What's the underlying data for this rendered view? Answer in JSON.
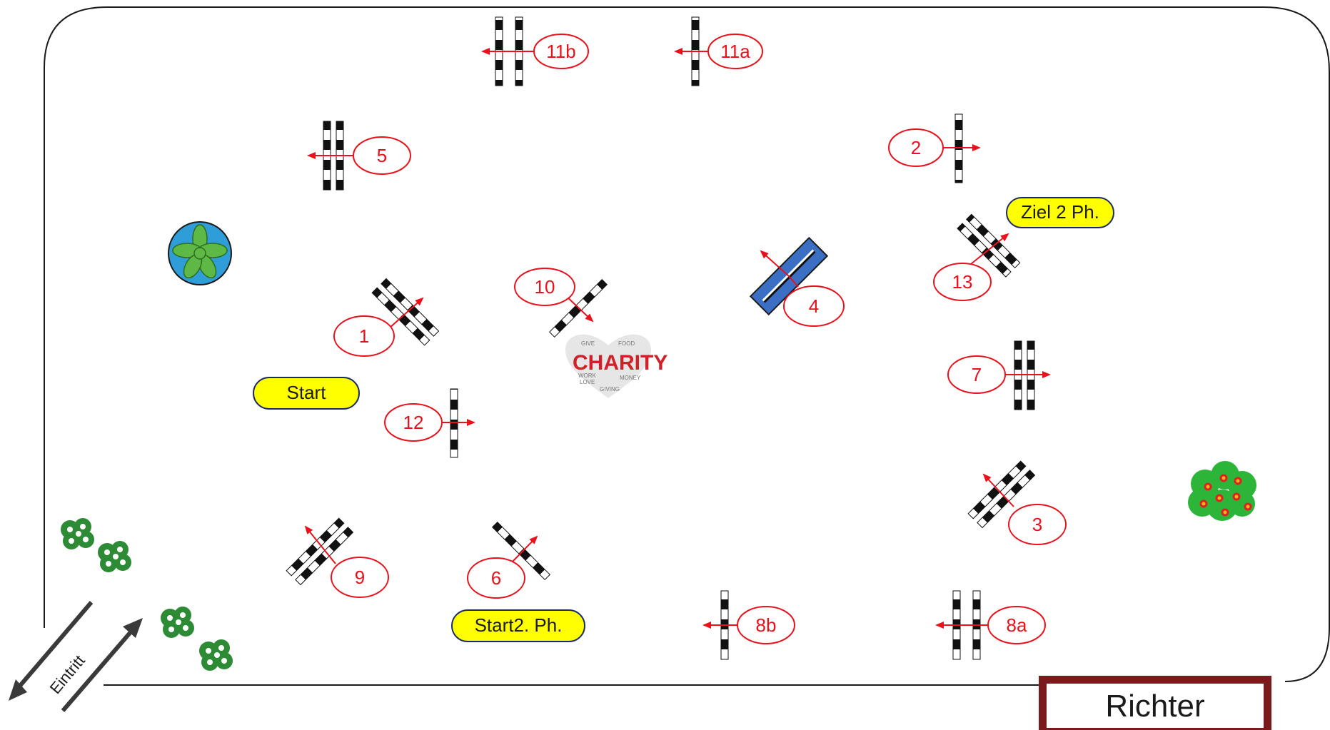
{
  "arena": {
    "jumps": [
      {
        "id": "1",
        "label": "1"
      },
      {
        "id": "2",
        "label": "2"
      },
      {
        "id": "3",
        "label": "3"
      },
      {
        "id": "4",
        "label": "4"
      },
      {
        "id": "5",
        "label": "5"
      },
      {
        "id": "6",
        "label": "6"
      },
      {
        "id": "7",
        "label": "7"
      },
      {
        "id": "8a",
        "label": "8a"
      },
      {
        "id": "8b",
        "label": "8b"
      },
      {
        "id": "9",
        "label": "9"
      },
      {
        "id": "10",
        "label": "10"
      },
      {
        "id": "11a",
        "label": "11a"
      },
      {
        "id": "11b",
        "label": "11b"
      },
      {
        "id": "12",
        "label": "12"
      },
      {
        "id": "13",
        "label": "13"
      }
    ],
    "markers": {
      "start": "Start",
      "start_phase2": "Start2. Ph.",
      "finish_phase2": "Ziel 2  Ph."
    },
    "judge": "Richter",
    "entrance": "Eintritt",
    "charity_logo": {
      "title": "CHARITY",
      "words": [
        "GIVE",
        "FOOD",
        "WORK",
        "LOVE",
        "MONEY",
        "GIVING"
      ]
    }
  },
  "colors": {
    "number_red": "#e8111c",
    "marker_yellow": "#ffff00",
    "water_jump_blue": "#3a6fc4",
    "judge_border": "#7b1a1a"
  },
  "icons": [
    "plant-pot-icon",
    "flower-bush-icon",
    "shrub-icon",
    "heart-charity-icon"
  ]
}
